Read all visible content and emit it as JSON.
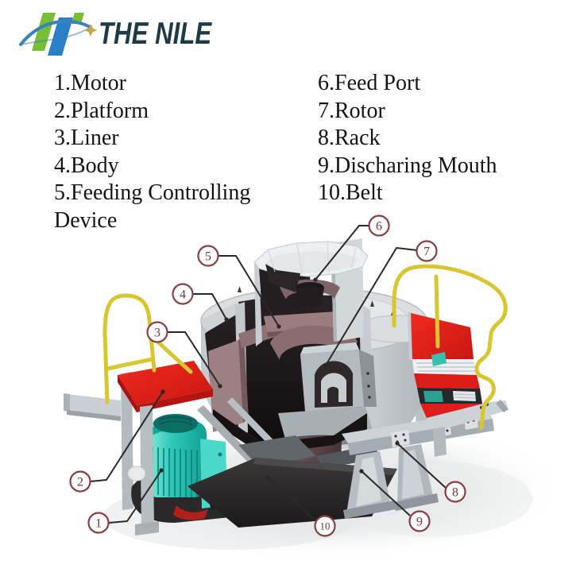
{
  "brand": {
    "name": "THE NILE",
    "colors": {
      "navy": "#1d3a47",
      "green": "#76bf34",
      "blue": "#2a7fc9",
      "gold": "#c9a24b"
    }
  },
  "legend": {
    "columns": [
      {
        "lines": [
          "1.Motor",
          "2.Platform",
          "3.Liner",
          "4.Body",
          "5.Feeding Controlling",
          "Device"
        ]
      },
      {
        "lines": [
          "6.Feed Port",
          "7.Rotor",
          "8.Rack",
          "9.Discharing Mouth",
          "10.Belt"
        ]
      }
    ]
  },
  "callouts": [
    {
      "number": "1",
      "part": "motor"
    },
    {
      "number": "2",
      "part": "platform"
    },
    {
      "number": "3",
      "part": "liner"
    },
    {
      "number": "4",
      "part": "body"
    },
    {
      "number": "5",
      "part": "feeding-controlling-device"
    },
    {
      "number": "6",
      "part": "feed-port"
    },
    {
      "number": "7",
      "part": "rotor"
    },
    {
      "number": "8",
      "part": "rack"
    },
    {
      "number": "9",
      "part": "discharing-mouth"
    },
    {
      "number": "10",
      "part": "belt"
    }
  ],
  "colors": {
    "machine_red": "#e2201d",
    "motor_teal": "#3fd2c4",
    "railing_yellow": "#d8c631",
    "callout_maroon": "#8c3d40",
    "liner_mauve": "#9c8084",
    "body_gray": "#d6dadd"
  }
}
